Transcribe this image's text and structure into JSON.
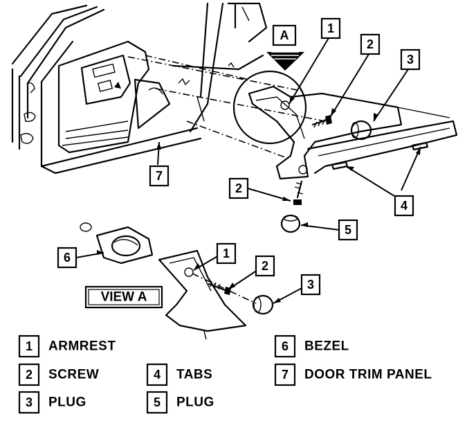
{
  "callouts": {
    "armrest": "1",
    "screw": "2",
    "plug_armrest": "3",
    "tabs": "4",
    "plug_lower": "5",
    "bezel": "6",
    "door_trim_panel": "7",
    "view_marker": "A"
  },
  "view_label": "VIEW A",
  "legend": [
    {
      "num": "1",
      "label": "ARMREST"
    },
    {
      "num": "2",
      "label": "SCREW"
    },
    {
      "num": "3",
      "label": "PLUG"
    },
    {
      "num": "4",
      "label": "TABS"
    },
    {
      "num": "5",
      "label": "PLUG"
    },
    {
      "num": "6",
      "label": "BEZEL"
    },
    {
      "num": "7",
      "label": "DOOR TRIM PANEL"
    }
  ]
}
